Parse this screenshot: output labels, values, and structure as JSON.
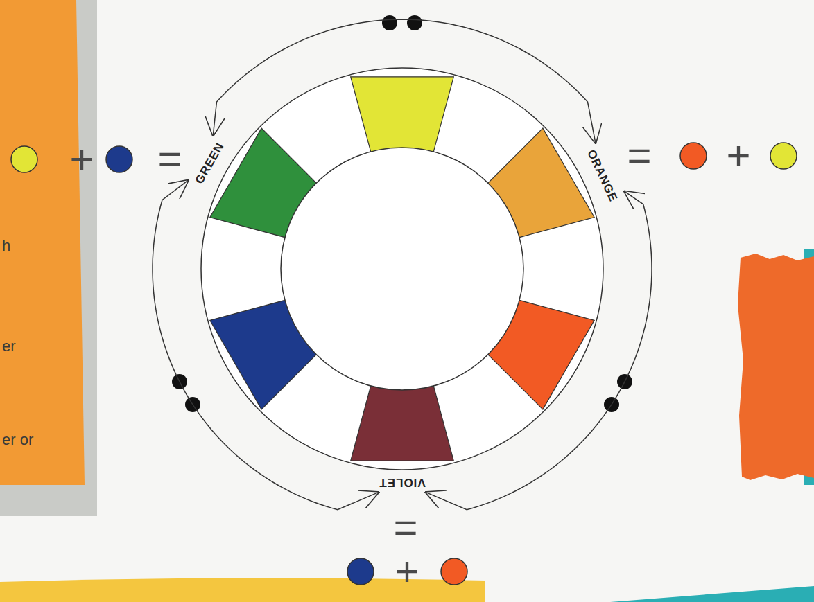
{
  "diagram": {
    "nodes": [
      {
        "text": [
          "GREEN"
        ]
      },
      {
        "text": [
          "ORANGE"
        ]
      },
      {
        "text": [
          "VIOLET"
        ]
      }
    ],
    "edges": [
      {
        "from": 0,
        "to": 1,
        "arrow": "both"
      },
      {
        "from": 1,
        "to": 2,
        "arrow": "both"
      },
      {
        "from": 0,
        "to": 2,
        "arrow": "both"
      }
    ],
    "labels": [
      "+",
      "=",
      "=",
      "+",
      "=",
      "+",
      "h",
      "er",
      "er or"
    ]
  }
}
